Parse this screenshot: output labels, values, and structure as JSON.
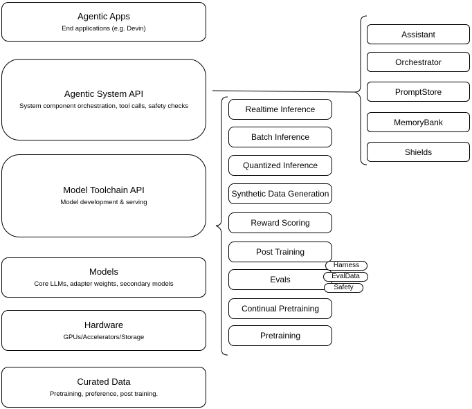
{
  "diagram": {
    "left_stack": [
      {
        "title": "Agentic Apps",
        "subtitle": "End applications (e.g. Devin)"
      },
      {
        "title": "Agentic System API",
        "subtitle": "System component orchestration, tool calls, safety checks"
      },
      {
        "title": "Model Toolchain API",
        "subtitle": "Model development & serving"
      },
      {
        "title": "Models",
        "subtitle": "Core LLMs, adapter weights, secondary models"
      },
      {
        "title": "Hardware",
        "subtitle": "GPUs/Accelerators/Storage"
      },
      {
        "title": "Curated Data",
        "subtitle": "Pretraining, preference, post training."
      }
    ],
    "toolchain_group": [
      "Realtime Inference",
      "Batch Inference",
      "Quantized Inference",
      "Synthetic Data Generation",
      "Reward Scoring",
      "Post Training",
      "Evals",
      "Continual Pretraining",
      "Pretraining"
    ],
    "evals_tags": [
      "Harness",
      "EvalData",
      "Safety"
    ],
    "system_group": [
      "Assistant",
      "Orchestrator",
      "PromptStore",
      "MemoryBank",
      "Shields"
    ],
    "colors": {
      "stroke": "#000000",
      "background": "#ffffff"
    }
  }
}
